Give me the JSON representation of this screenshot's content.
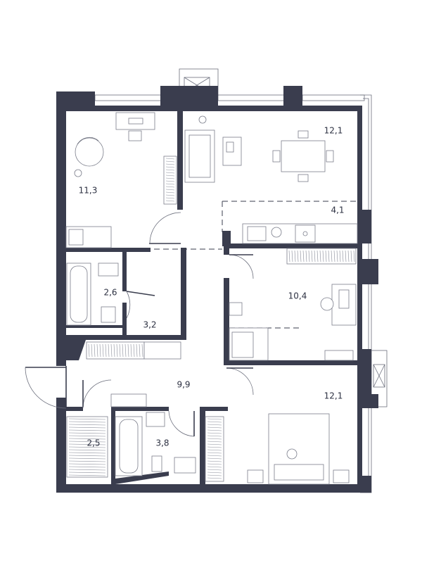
{
  "plan": {
    "rooms": [
      {
        "id": "bedroom-1",
        "area": "11,3"
      },
      {
        "id": "living-kitchen",
        "area": "12,1"
      },
      {
        "id": "kitchen-zone",
        "area": "4,1"
      },
      {
        "id": "bathroom-1",
        "area": "2,6"
      },
      {
        "id": "corridor-1",
        "area": "3,2"
      },
      {
        "id": "bedroom-2",
        "area": "10,4"
      },
      {
        "id": "hallway",
        "area": "9,9"
      },
      {
        "id": "wardrobe",
        "area": "2,5"
      },
      {
        "id": "bathroom-2",
        "area": "3,8"
      },
      {
        "id": "bedroom-3",
        "area": "12,1"
      }
    ],
    "colors": {
      "wall": "#3a3d4e",
      "label": "#2d3142",
      "furniture": "#7a7d8a"
    }
  }
}
